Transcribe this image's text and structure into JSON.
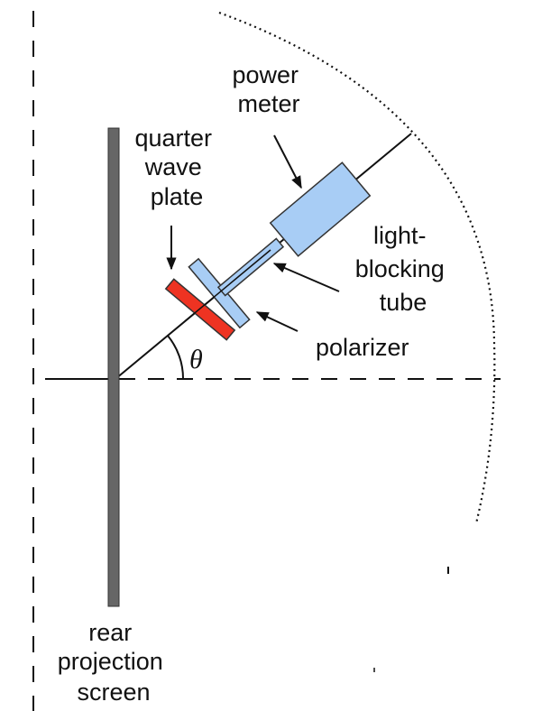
{
  "labels": {
    "power_meter": [
      "power",
      "meter"
    ],
    "quarter_wave_plate": [
      "quarter",
      "wave",
      "plate"
    ],
    "light_blocking_tube": [
      "light-",
      "blocking",
      "tube"
    ],
    "polarizer": "polarizer",
    "theta": "θ",
    "rear_projection_screen": [
      "rear",
      "projection",
      "screen"
    ]
  },
  "colors": {
    "screen": "#666666",
    "quarter_wave_plate": "#ee3322",
    "optics_blue": "#a8cdf5",
    "optics_outline": "#333333",
    "lines": "#111111"
  }
}
